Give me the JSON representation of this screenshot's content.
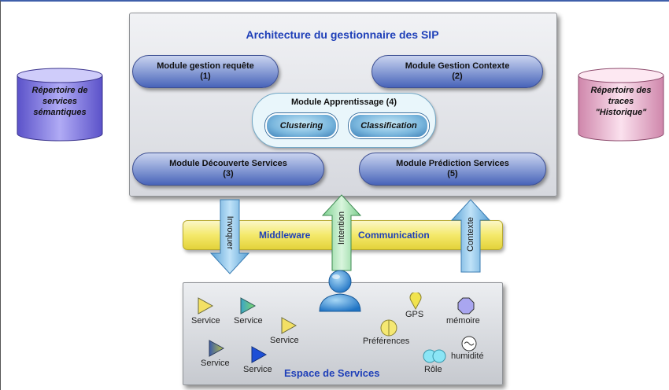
{
  "architecture": {
    "title": "Architecture du gestionnaire des SIP",
    "modules": {
      "gestion_requete": {
        "line1": "Module gestion requête",
        "line2": "(1)"
      },
      "gestion_contexte": {
        "line1": "Module Gestion Contexte",
        "line2": "(2)"
      },
      "decouverte": {
        "line1": "Module Découverte Services",
        "line2": "(3)"
      },
      "apprentissage": {
        "title": "Module Apprentissage (4)",
        "clustering": "Clustering",
        "classification": "Classification"
      },
      "prediction": {
        "line1": "Module Prédiction Services",
        "line2": "(5)"
      }
    }
  },
  "repositories": {
    "left": {
      "line1": "Répertoire de",
      "line2": "services",
      "line3": "sémantiques",
      "color": "#7b73e0"
    },
    "right": {
      "line1": "Répertoire des",
      "line2": "traces",
      "line3": "\"Historique\"",
      "color": "#e6a9c8"
    }
  },
  "middleware": {
    "label_left": "Middleware",
    "label_right": "Communication"
  },
  "arrows": {
    "invoquer": "Invoquer",
    "intention": "Intention",
    "contexte": "Contexte"
  },
  "services_space": {
    "title": "Espace de Services",
    "services": [
      "Service",
      "Service",
      "Service",
      "Service",
      "Service"
    ],
    "items": {
      "gps": "GPS",
      "memoire": "mémoire",
      "preferences": "Préférences",
      "humidite": "humidité",
      "role": "Rôle"
    }
  },
  "colors": {
    "title_blue": "#1e3fb8",
    "arrow_blue": "#7fbce6",
    "arrow_green": "#a8e0b0",
    "middleware_yellow": "#f4e96b"
  }
}
